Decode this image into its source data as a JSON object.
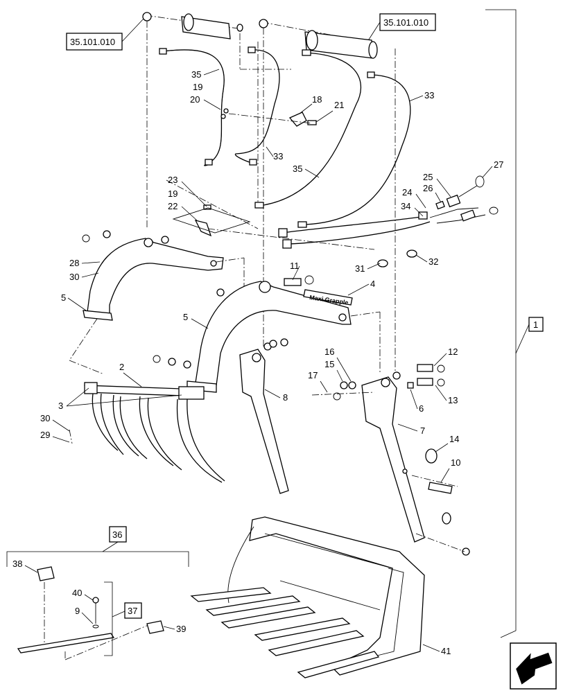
{
  "diagram": {
    "reference_boxes": {
      "top_left": "35.101.010",
      "top_right": "35.101.010",
      "assembly": "1",
      "kit_36": "36",
      "kit_37": "37"
    },
    "decal_text": "Maxi Grapple",
    "callouts": {
      "c35a": "35",
      "c19a": "19",
      "c20": "20",
      "c18": "18",
      "c21": "21",
      "c33a": "33",
      "c33b": "33",
      "c35b": "35",
      "c23": "23",
      "c19b": "19",
      "c22": "22",
      "c25": "25",
      "c27": "27",
      "c24": "24",
      "c26": "26",
      "c34": "34",
      "c31": "31",
      "c32": "32",
      "c28": "28",
      "c30a": "30",
      "c5a": "5",
      "c11": "11",
      "c4": "4",
      "c5b": "5",
      "c2": "2",
      "c3": "3",
      "c30b": "30",
      "c29": "29",
      "c8": "8",
      "c16": "16",
      "c15": "15",
      "c17": "17",
      "c12": "12",
      "c6": "6",
      "c13": "13",
      "c7": "7",
      "c14": "14",
      "c10": "10",
      "c38": "38",
      "c40": "40",
      "c9": "9",
      "c39": "39",
      "c41": "41"
    },
    "icons": {
      "nav": "next-page-arrow-icon"
    }
  }
}
